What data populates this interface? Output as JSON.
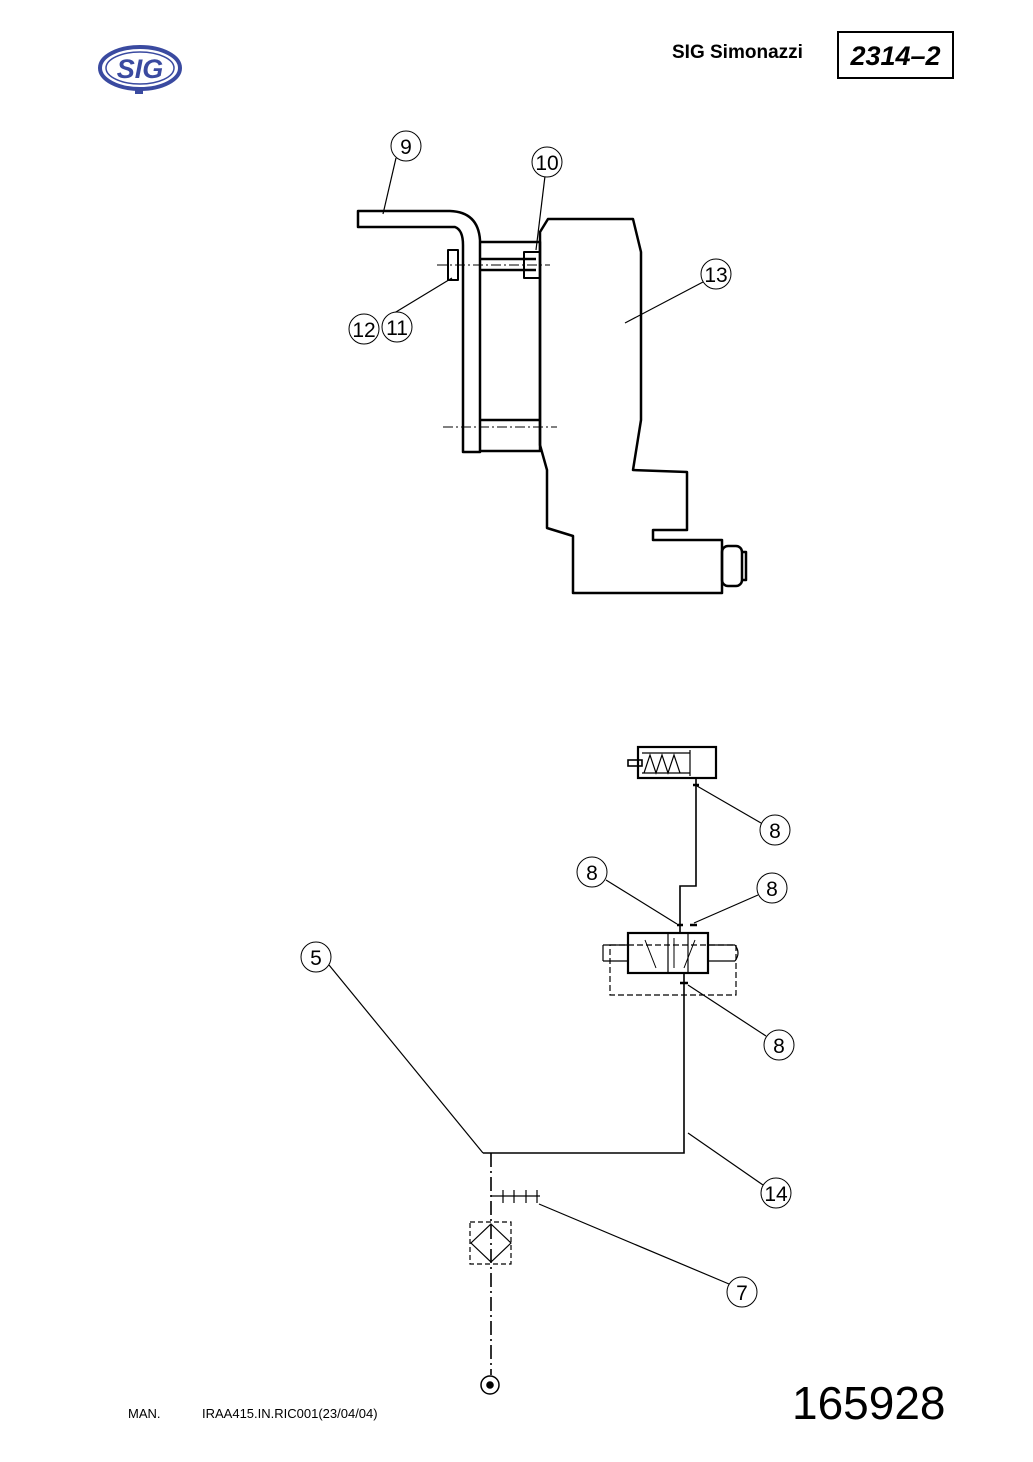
{
  "header": {
    "logo_text": "SIG",
    "company": "SIG Simonazzi",
    "document_number": "2314–2"
  },
  "callouts": [
    "9",
    "10",
    "13",
    "12",
    "11",
    "8",
    "8",
    "8",
    "5",
    "8",
    "14",
    "7"
  ],
  "footer": {
    "man_label": "MAN.",
    "reference": "IRAA415.IN.RIC001(23/04/04)",
    "code": "165928"
  }
}
